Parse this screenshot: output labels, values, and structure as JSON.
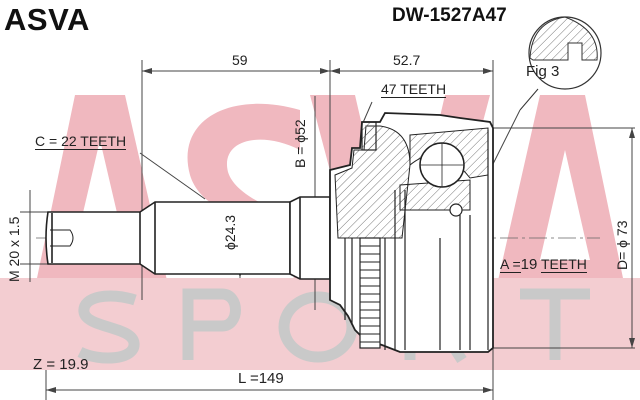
{
  "header": {
    "brand": "ASVA",
    "part_number": "DW-1527A47"
  },
  "watermark": {
    "top_text": "ASVA",
    "band_text": "SPORT",
    "top_color": "#f0b8bf",
    "band_color": "#f3cdd1",
    "band_text_color": "#c9c9c9"
  },
  "dimensions": {
    "shaft_length": "59",
    "housing_length": "52.7",
    "abs_teeth": "47 TEETH",
    "boot_diameter": "B = ϕ52",
    "spline_c": "C = 22 TEETH",
    "shaft_diameter": "ϕ24.3",
    "thread": "M 20 x 1.5",
    "spline_a_prefix": "A =",
    "spline_a_value": "19",
    "spline_a_suffix": "TEETH",
    "outer_diameter": "D= ϕ 73",
    "z_length": "Z = 19.9",
    "total_length": "L =149"
  },
  "detail": {
    "label": "Fig 3"
  }
}
